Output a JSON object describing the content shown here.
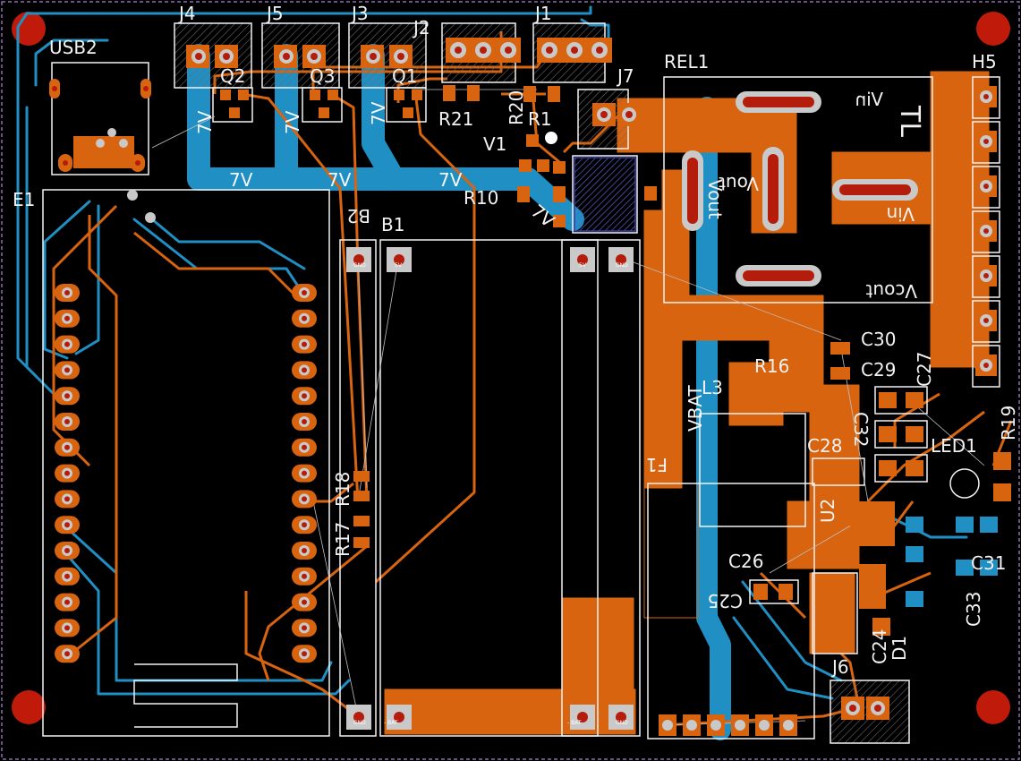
{
  "colors": {
    "background": "#000000",
    "top_copper": "#d9640f",
    "bottom_copper": "#1f8fc4",
    "silkscreen": "#f2f2f2",
    "pad": "#c9c9c9",
    "hole": "#b41d0c",
    "mount_hole": "#c01a0a",
    "board_edge": "#8e6fb0",
    "keepout": "#3b3fa0"
  },
  "labels": {
    "j4": "J4",
    "j5": "J5",
    "j3": "J3",
    "j2": "J2",
    "j1": "J1",
    "usb2": "USB2",
    "q2": "Q2",
    "q3": "Q3",
    "q1": "Q1",
    "r21": "R21",
    "r20": "R20",
    "r1": "R1",
    "j7": "J7",
    "rel1": "REL1",
    "v1": "V1",
    "r10": "R10",
    "e1": "E1",
    "b2": "B2",
    "b1": "B1",
    "h5": "H5",
    "c30": "C30",
    "c29": "C29",
    "c27": "C27",
    "r16": "R16",
    "l3": "L3",
    "c32": "C32",
    "r19": "R19",
    "c28": "C28",
    "led1": "LED1",
    "f1": "F1",
    "u2": "U2",
    "r18": "R18",
    "r17": "R17",
    "c26": "C26",
    "c25": "C25",
    "c31": "C31",
    "c33": "C33",
    "j6": "J6",
    "c24": "C24",
    "d1": "D1"
  },
  "copper_text": {
    "v7_1": "7V",
    "v7_2": "7V",
    "v7_3": "7V",
    "v7_4": "7V",
    "v7_5": "7V",
    "v7_6": "7V",
    "v7_7": "7V",
    "vbat": "VBAT"
  },
  "relay_text": {
    "vin_top": "Vin",
    "vout_mid": "Vout",
    "vout_left": "Vout",
    "vin_right": "Vin",
    "vcout": "Vcout",
    "tl": "TL"
  },
  "pad_text": {
    "gnd": "GND",
    "plus5v": "5V",
    "minus_bat": "- BAT"
  }
}
